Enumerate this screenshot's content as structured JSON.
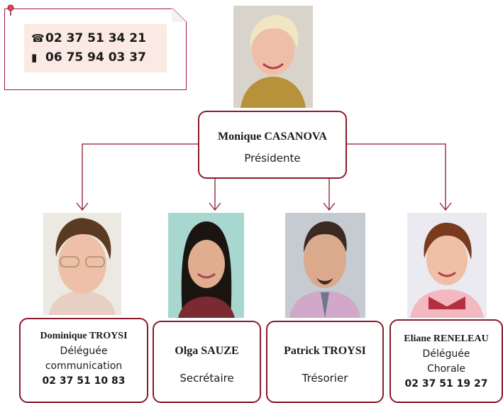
{
  "contact_card": {
    "phone_icon": "telephone-icon",
    "mobile_icon": "mobile-phone-icon",
    "phone": "02 37 51 34 21",
    "mobile": "06 75 94 03 37"
  },
  "president": {
    "name": "Monique CASANOVA",
    "role": "Présidente"
  },
  "members": [
    {
      "name": "Dominique TROYSI",
      "role": "Déléguée",
      "role2": "communication",
      "phone": "02 37 51 10 83"
    },
    {
      "name": "Olga SAUZE",
      "role": "Secrétaire"
    },
    {
      "name": "Patrick TROYSI",
      "role": "Trésorier"
    },
    {
      "name": "Eliane RENELEAU",
      "role": "Déléguée",
      "role2": "Chorale",
      "phone": "02 37 51 19 27"
    }
  ],
  "colors": {
    "accent": "#8a1a2e",
    "note_fill": "#fbe9e4"
  }
}
